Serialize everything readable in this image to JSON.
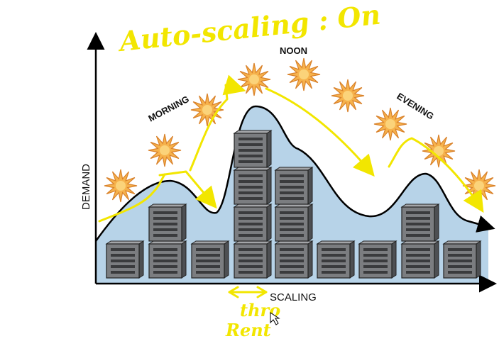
{
  "annotation_title": "Auto-scaling : On",
  "time_labels": {
    "morning": "MORNING",
    "noon": "NOON",
    "evening": "EVENING"
  },
  "axes": {
    "y_label": "DEMAND",
    "x_label": "SCALING"
  },
  "handwritten_notes": {
    "line1": "thro",
    "line2": "Rent"
  },
  "server_stacks": [
    1,
    2,
    1,
    4,
    3,
    1,
    1,
    2,
    1
  ],
  "colors": {
    "annotation": "#f2e600",
    "demand_fill": "#b7d3e8",
    "server": "#7b7d80",
    "sun": "#f2a33a"
  }
}
